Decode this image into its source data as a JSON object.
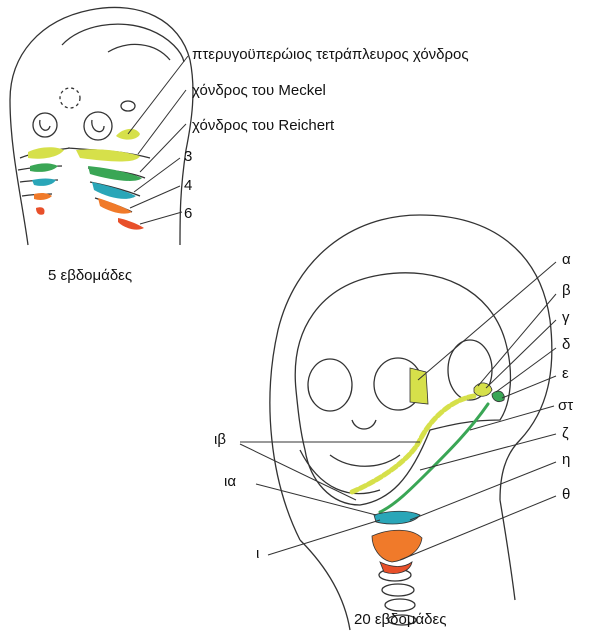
{
  "figure_5w": {
    "caption": "5 εβδομάδες",
    "labels": [
      "πτερυγοϋπερώιος τετράπλευρος χόνδρος",
      "χόνδρος του Meckel",
      "χόνδρος του Reichert",
      "3",
      "4",
      "6"
    ]
  },
  "figure_20w": {
    "caption": "20 εβδομάδες",
    "right_labels": [
      "α",
      "β",
      "γ",
      "δ",
      "ε",
      "στ",
      "ζ",
      "η",
      "θ"
    ],
    "left_labels": [
      "ιβ",
      "ια",
      "ι"
    ]
  },
  "colors": {
    "yellow": "#d6e04a",
    "yellow_light": "#e9ee7a",
    "green": "#3aa655",
    "teal": "#2aa6b8",
    "orange": "#f07a2a",
    "red_orange": "#e8502a",
    "outline": "#333333"
  }
}
